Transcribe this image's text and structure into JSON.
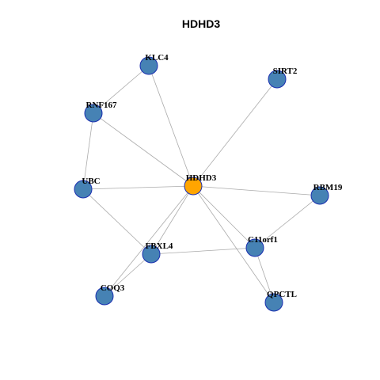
{
  "title": "HDHD3",
  "colors": {
    "hub": "#ffa500",
    "node": "#4682b4",
    "node_border": "#1a2fb0",
    "edge": "#aaaaaa"
  },
  "nodes": [
    {
      "id": "HDHD3",
      "label": "HDHD3",
      "hub": true
    },
    {
      "id": "KLC4",
      "label": "KLC4"
    },
    {
      "id": "SIRT2",
      "label": "SIRT2"
    },
    {
      "id": "RNF167",
      "label": "RNF167"
    },
    {
      "id": "UBC",
      "label": "UBC"
    },
    {
      "id": "RBM19",
      "label": "RBM19"
    },
    {
      "id": "C11orf1",
      "label": "C11orf1"
    },
    {
      "id": "FBXL4",
      "label": "FBXL4"
    },
    {
      "id": "COQ3",
      "label": "COQ3"
    },
    {
      "id": "QPCTL",
      "label": "QPCTL"
    }
  ],
  "edges": [
    [
      "HDHD3",
      "KLC4"
    ],
    [
      "HDHD3",
      "SIRT2"
    ],
    [
      "HDHD3",
      "RNF167"
    ],
    [
      "HDHD3",
      "UBC"
    ],
    [
      "HDHD3",
      "RBM19"
    ],
    [
      "HDHD3",
      "C11orf1"
    ],
    [
      "HDHD3",
      "FBXL4"
    ],
    [
      "HDHD3",
      "COQ3"
    ],
    [
      "HDHD3",
      "QPCTL"
    ],
    [
      "KLC4",
      "RNF167"
    ],
    [
      "RNF167",
      "UBC"
    ],
    [
      "UBC",
      "FBXL4"
    ],
    [
      "FBXL4",
      "C11orf1"
    ],
    [
      "FBXL4",
      "COQ3"
    ],
    [
      "C11orf1",
      "RBM19"
    ],
    [
      "C11orf1",
      "QPCTL"
    ]
  ]
}
